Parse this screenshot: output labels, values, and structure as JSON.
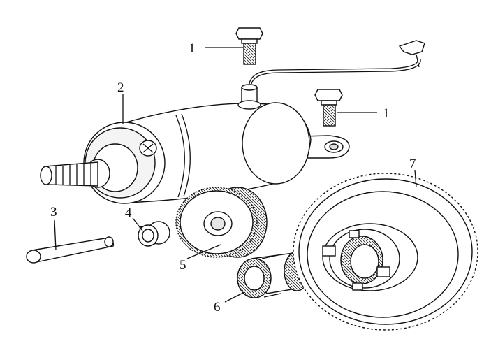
{
  "diagram": {
    "callouts": [
      {
        "id": "bolt-top",
        "number": "1"
      },
      {
        "id": "bolt-right",
        "number": "1"
      },
      {
        "id": "starter-motor",
        "number": "2"
      },
      {
        "id": "pin",
        "number": "3"
      },
      {
        "id": "bushing",
        "number": "4"
      },
      {
        "id": "idler-gear",
        "number": "5"
      },
      {
        "id": "bearing",
        "number": "6"
      },
      {
        "id": "starter-clutch-gear",
        "number": "7"
      }
    ]
  }
}
